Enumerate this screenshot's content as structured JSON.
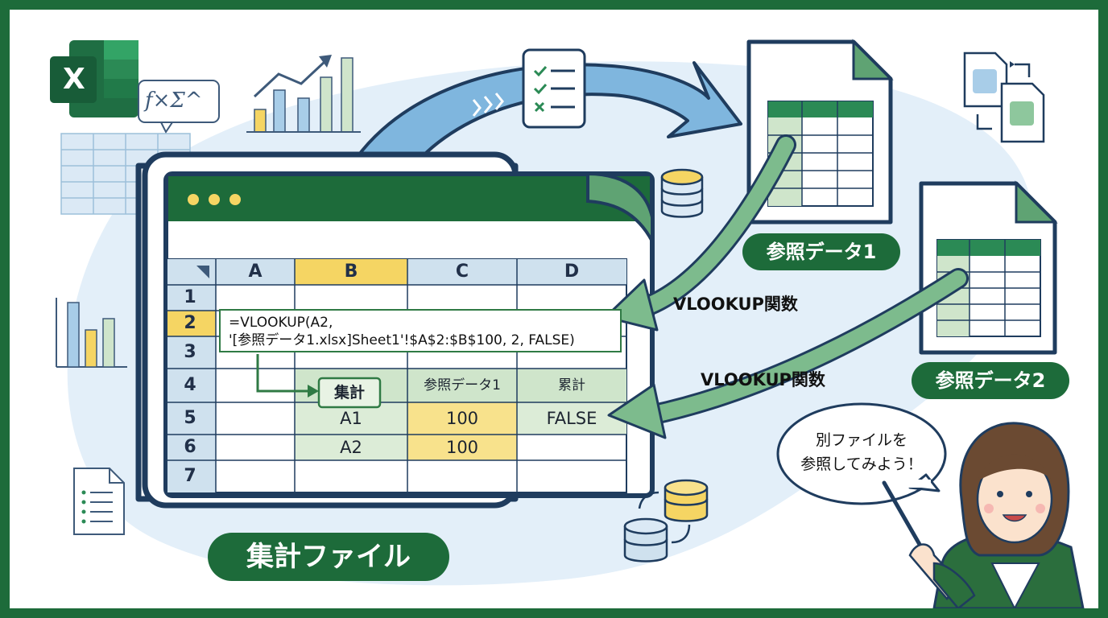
{
  "spreadsheet": {
    "columns": [
      "A",
      "B",
      "C",
      "D"
    ],
    "rows": [
      "1",
      "2",
      "3",
      "4",
      "5",
      "6",
      "7"
    ],
    "formula_line1": "=VLOOKUP(A2,",
    "formula_line2": "'[参照データ1.xlsx]Sheet1'!$A$2:$B$100, 2, FALSE)",
    "table_headers": [
      "集計",
      "参照データ1",
      "累計"
    ],
    "table_rows": [
      [
        "A1",
        "100",
        "FALSE"
      ],
      [
        "A2",
        "100",
        ""
      ]
    ]
  },
  "labels": {
    "main_file": "集計ファイル",
    "ref_data_1": "参照データ1",
    "ref_data_2": "参照データ2",
    "vlookup_1": "VLOOKUP関数",
    "vlookup_2": "VLOOKUP関数",
    "excel_logo": "X",
    "formula_glyph": "f×Σ^"
  },
  "speech_bubble": {
    "line1": "別ファイルを",
    "line2": "参照してみよう！"
  },
  "colors": {
    "brand_green": "#1d6b3a",
    "accent_blue": "#6aa8d6",
    "accent_yellow": "#f5d563",
    "accent_light_green": "#cfe5cb",
    "background_blob": "#e3eff9"
  }
}
